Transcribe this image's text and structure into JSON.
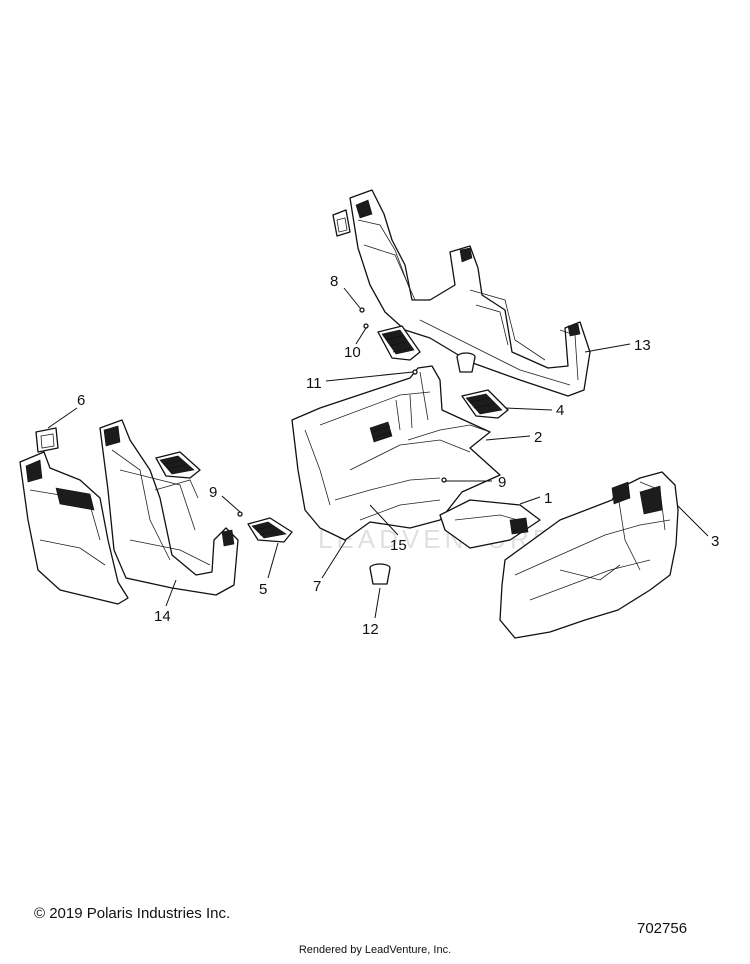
{
  "diagram": {
    "callouts": [
      {
        "id": "1",
        "text": "1"
      },
      {
        "id": "2",
        "text": "2"
      },
      {
        "id": "3",
        "text": "3"
      },
      {
        "id": "4",
        "text": "4"
      },
      {
        "id": "5",
        "text": "5"
      },
      {
        "id": "6",
        "text": "6"
      },
      {
        "id": "7",
        "text": "7"
      },
      {
        "id": "8",
        "text": "8"
      },
      {
        "id": "9a",
        "text": "9"
      },
      {
        "id": "9b",
        "text": "9"
      },
      {
        "id": "10",
        "text": "10"
      },
      {
        "id": "11",
        "text": "11"
      },
      {
        "id": "12",
        "text": "12"
      },
      {
        "id": "13",
        "text": "13"
      },
      {
        "id": "14",
        "text": "14"
      },
      {
        "id": "15",
        "text": "15"
      }
    ],
    "watermark": "LEADVENTURE"
  },
  "footer": {
    "copyright": "© 2019 Polaris Industries Inc.",
    "drawing_number": "702756",
    "rendered_by": "Rendered by LeadVenture, Inc."
  }
}
